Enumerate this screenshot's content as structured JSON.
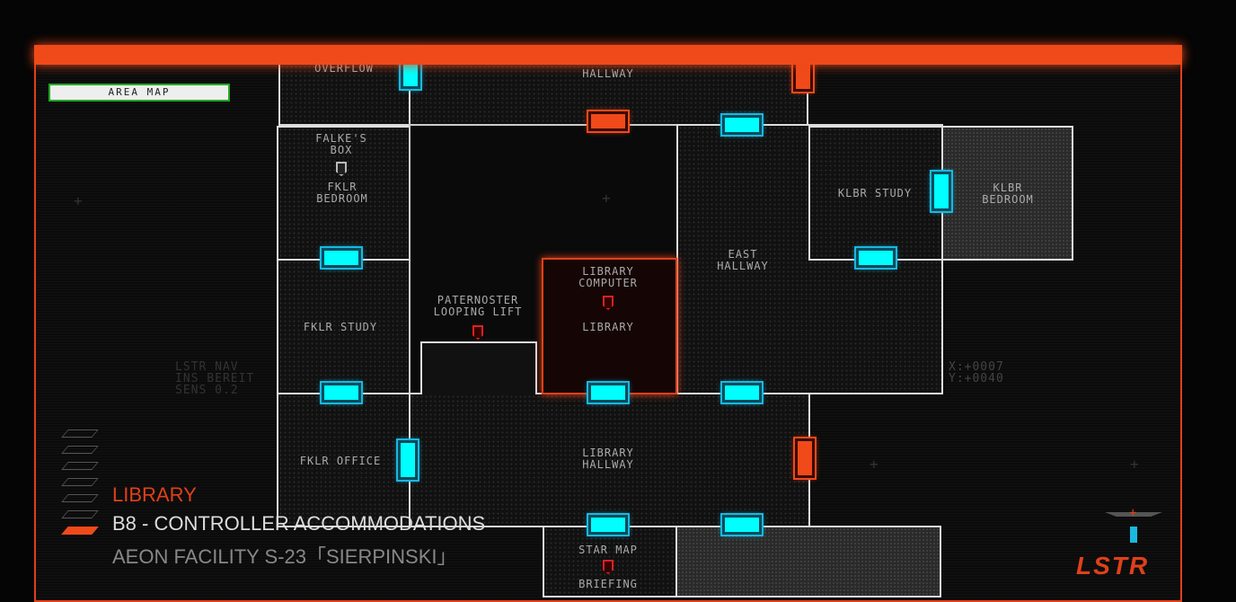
{
  "header": {
    "tag": "AREA MAP"
  },
  "rooms": {
    "overflow": "OVERFLOW",
    "hallway": "HALLWAY",
    "falkes_box": "FALKE'S\nBOX",
    "fklr_bedroom": "FKLR\nBEDROOM",
    "fklr_study": "FKLR STUDY",
    "fklr_office": "FKLR OFFICE",
    "paternoster": "PATERNOSTER\nLOOPING LIFT",
    "library_computer": "LIBRARY\nCOMPUTER",
    "library": "LIBRARY",
    "east_hallway": "EAST\nHALLWAY",
    "klbr_study": "KLBR STUDY",
    "klbr_bedroom": "KLBR\nBEDROOM",
    "library_hallway": "LIBRARY\nHALLWAY",
    "star_map": "STAR MAP",
    "briefing": "BRIEFING"
  },
  "nav": {
    "line1": "LSTR NAV",
    "line2": "INS BEREIT",
    "line3": "SENS 0.2",
    "x": "X:+0007",
    "y": "Y:+0040"
  },
  "location": {
    "room": "LIBRARY",
    "sector": "B8 - CONTROLLER ACCOMMODATIONS",
    "facility": "AEON FACILITY S-23「SIERPINSKI」"
  },
  "logo": "LSTR",
  "colors": {
    "accent": "#f04a1a",
    "door": "#00f0ff",
    "wall": "#dddddd"
  }
}
